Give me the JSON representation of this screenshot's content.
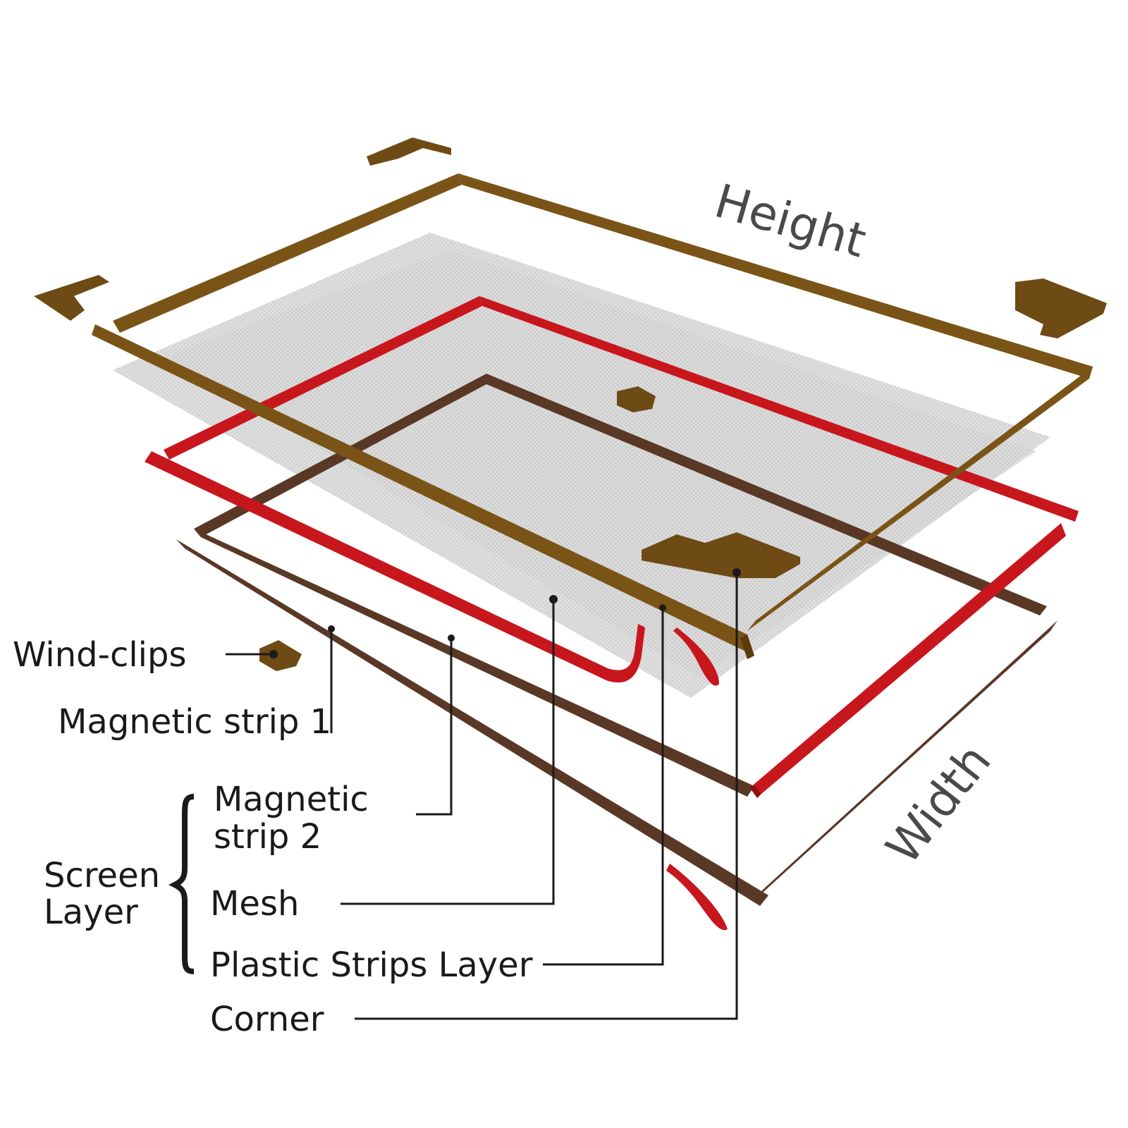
{
  "dimensions": {
    "height": "Height",
    "width": "Width"
  },
  "labels": {
    "wind_clips": "Wind-clips",
    "magnetic_strip_1": "Magnetic strip 1",
    "magnetic_strip_2_line1": "Magnetic",
    "magnetic_strip_2_line2": "strip 2",
    "screen_layer_line1": "Screen",
    "screen_layer_line2": "Layer",
    "mesh": "Mesh",
    "plastic_strips_layer": "Plastic Strips Layer",
    "corner": "Corner"
  },
  "colors": {
    "frame_brown": "#7a5317",
    "frame_dark": "#5b3b0c",
    "corner_brown": "#6e4a14",
    "red_strip": "#c8161d",
    "red_dark": "#8e0f14",
    "dark_brown_strip": "#5a3826",
    "mesh_grey": "#d6d6d6"
  }
}
